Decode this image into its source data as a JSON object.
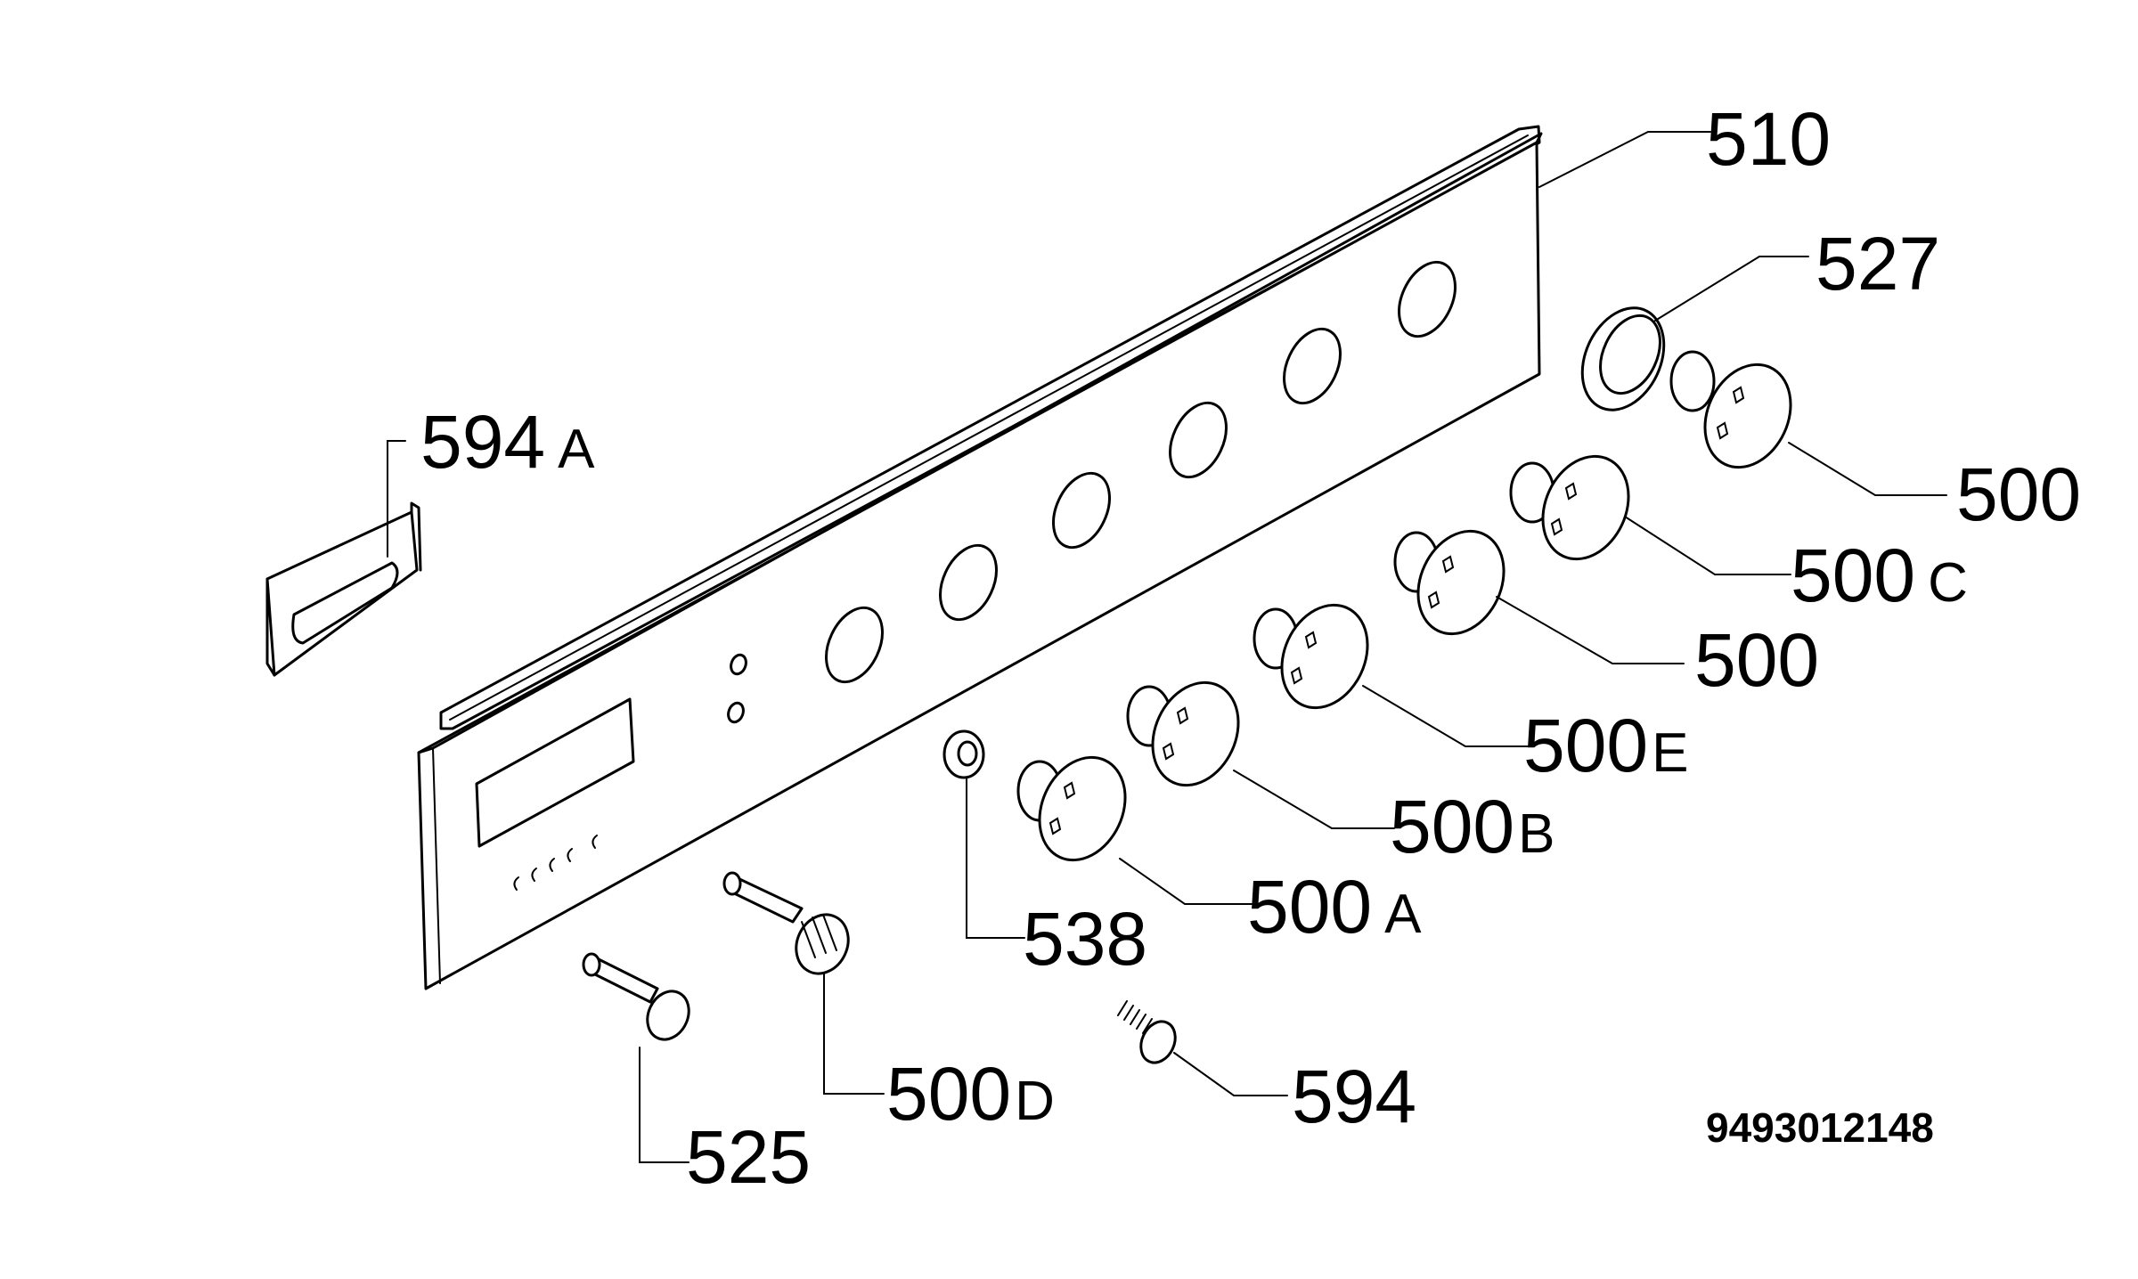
{
  "labels": {
    "l510": {
      "num": "510",
      "suffix": ""
    },
    "l527": {
      "num": "527",
      "suffix": ""
    },
    "l594a": {
      "num": "594",
      "suffix": "A"
    },
    "l500r": {
      "num": "500",
      "suffix": ""
    },
    "l500c": {
      "num": "500",
      "suffix": "C"
    },
    "l500m": {
      "num": "500",
      "suffix": ""
    },
    "l500e": {
      "num": "500",
      "suffix": "E"
    },
    "l500b": {
      "num": "500",
      "suffix": "B"
    },
    "l500a": {
      "num": "500",
      "suffix": "A"
    },
    "l538": {
      "num": "538",
      "suffix": ""
    },
    "l500d": {
      "num": "500",
      "suffix": "D"
    },
    "l525": {
      "num": "525",
      "suffix": ""
    },
    "l594": {
      "num": "594",
      "suffix": ""
    }
  },
  "document_number": "9493012148"
}
